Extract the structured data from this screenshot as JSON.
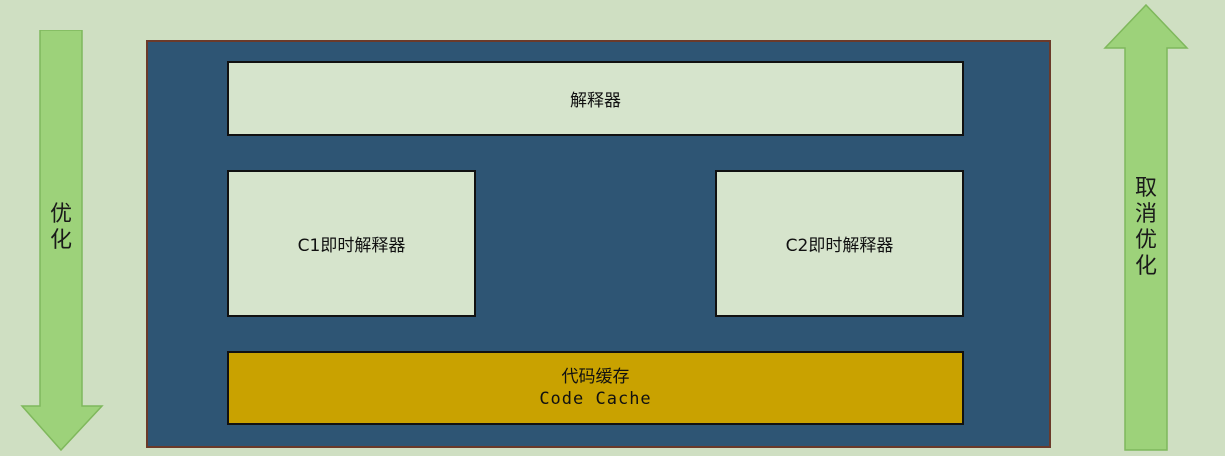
{
  "left_arrow": {
    "label": "优化",
    "color": "#9dd27a"
  },
  "right_arrow": {
    "label": "取消优化",
    "color": "#9dd27a"
  },
  "panel": {
    "background": "#2e5574"
  },
  "interpreter": {
    "label": "解释器"
  },
  "c1": {
    "label": "C1即时解释器"
  },
  "c2": {
    "label": "C2即时解释器"
  },
  "code_cache": {
    "label_zh": "代码缓存",
    "label_en": "Code Cache",
    "color": "#c9a200"
  }
}
